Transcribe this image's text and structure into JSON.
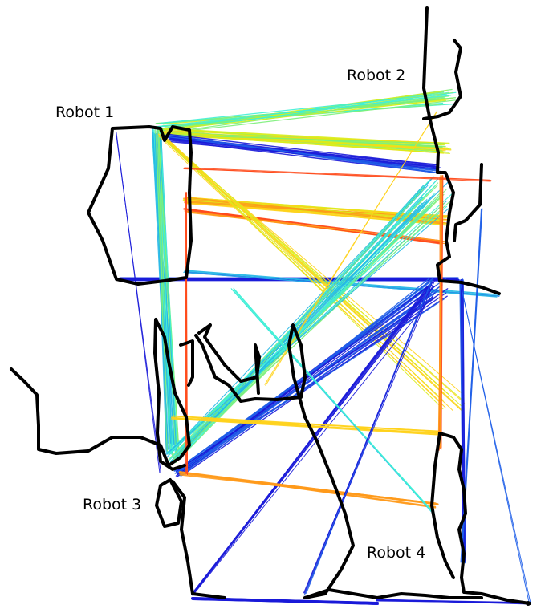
{
  "robots": [
    {
      "id": "robot-1",
      "label": "Robot 1"
    },
    {
      "id": "robot-2",
      "label": "Robot 2"
    },
    {
      "id": "robot-3",
      "label": "Robot 3"
    },
    {
      "id": "robot-4",
      "label": "Robot 4"
    }
  ],
  "colors": {
    "trajectory": "#000000",
    "edge_palette": [
      "#1a1ad9",
      "#1f5fe8",
      "#26b8e6",
      "#3ff0d6",
      "#7cf07a",
      "#d8ee1a",
      "#ffd21a",
      "#ff9a1a",
      "#ff4a1a"
    ]
  }
}
